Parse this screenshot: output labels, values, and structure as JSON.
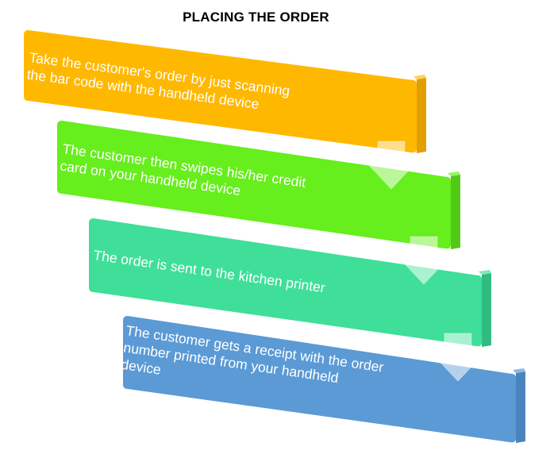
{
  "title": "PLACING THE ORDER",
  "steps": [
    {
      "id": 1,
      "lines": [
        "Take the customer's order by just scanning",
        "the bar code with the handheld device"
      ],
      "color_face": "#FFB800",
      "color_side": "#E39F00",
      "color_top": "#FFD15C"
    },
    {
      "id": 2,
      "lines": [
        "The customer then swipes his/her credit",
        "card on your handheld device"
      ],
      "color_face": "#66EE1D",
      "color_side": "#52C916",
      "color_top": "#94F562"
    },
    {
      "id": 3,
      "lines": [
        "The order is sent to the kitchen printer"
      ],
      "color_face": "#3FDF99",
      "color_side": "#30BC80",
      "color_top": "#7BEAB9"
    },
    {
      "id": 4,
      "lines": [
        "The customer gets a receipt with the order",
        "number printed from your handheld",
        "device"
      ],
      "color_face": "#5B9AD5",
      "color_side": "#4A84BD",
      "color_top": "#8DB9E3"
    }
  ],
  "connector": {
    "icon": "down-arrow-icon",
    "color": "#FFFFFF"
  }
}
